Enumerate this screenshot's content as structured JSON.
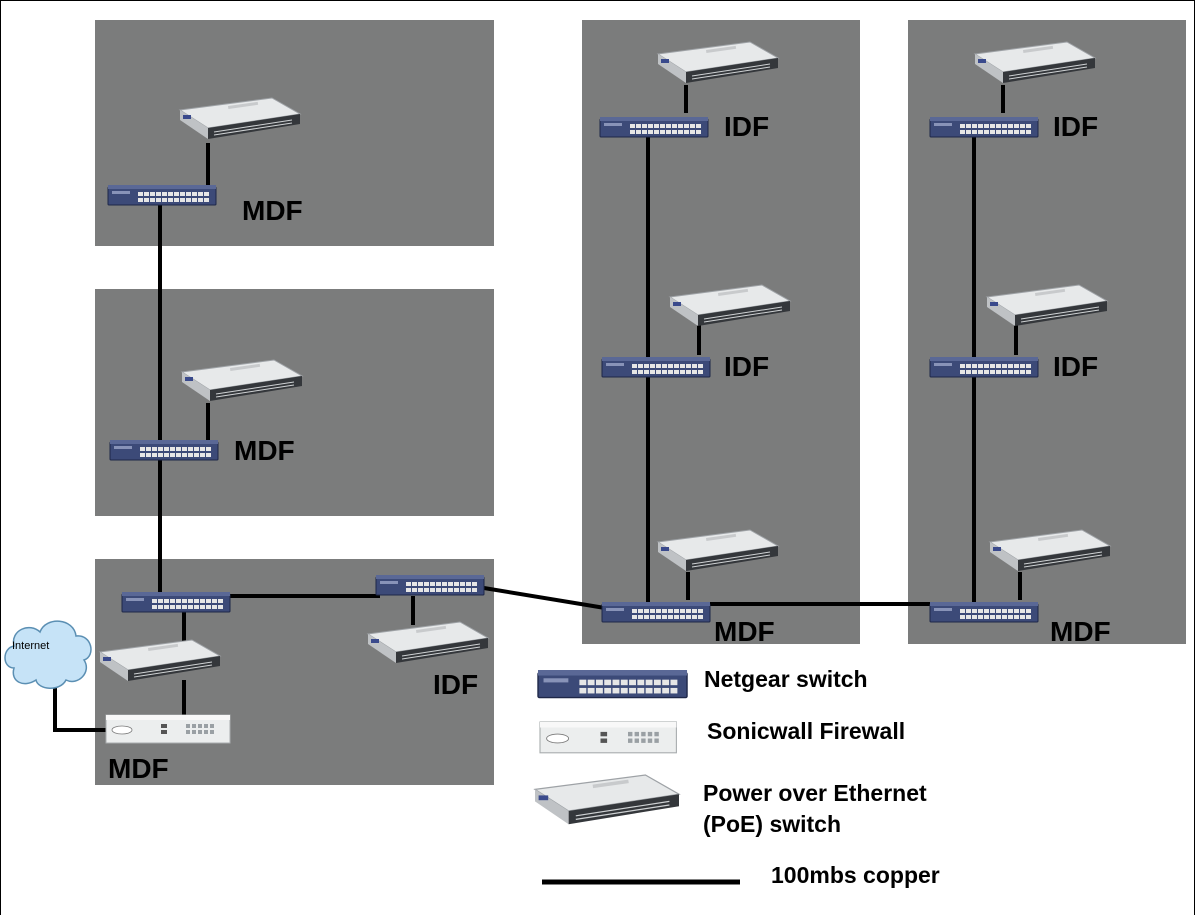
{
  "labels": {
    "mdf": "MDF",
    "idf": "IDF",
    "internet": "Internet"
  },
  "legend": {
    "netgear": "Netgear switch",
    "sonicwall": "Sonicwall Firewall",
    "poe_line1": "Power over Ethernet",
    "poe_line2": "(PoE) switch",
    "copper": "100mbs copper"
  },
  "colors": {
    "room": "#7b7c7c",
    "netgear": "#3c4a78",
    "poe": "#d4d6d8",
    "firewall": "#eceeee",
    "cable": "#000000",
    "cloud": "#c6e3f7"
  },
  "icons": {
    "netgear": "netgear-switch-icon",
    "poe": "poe-switch-icon",
    "firewall": "sonicwall-firewall-icon",
    "cloud": "internet-cloud-icon"
  }
}
